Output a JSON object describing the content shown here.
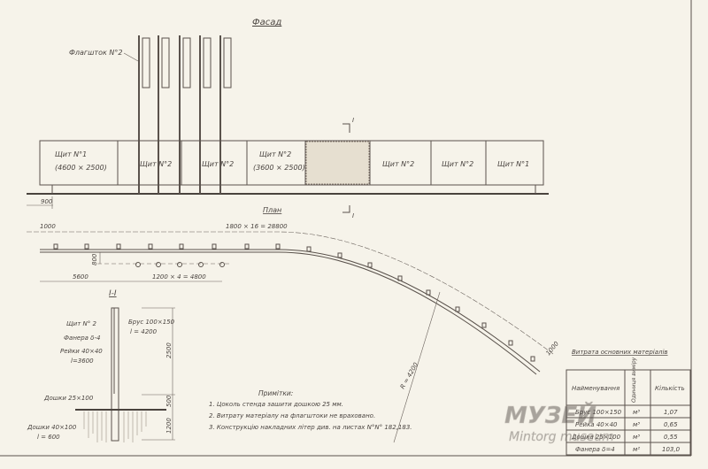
{
  "facade": {
    "title": "Фасад",
    "flagpole_label": "Флагшток N°2",
    "panels": [
      {
        "name": "Щит N°1",
        "size": "(4600 × 2500)"
      },
      {
        "name": "Щит N°2",
        "size": ""
      },
      {
        "name": "Щит N°2",
        "size": ""
      },
      {
        "name": "Щит N°2",
        "size": "(3600 × 2500)"
      },
      {
        "name": "Щит N°2",
        "size": ""
      },
      {
        "name": "Щит N°2",
        "size": ""
      },
      {
        "name": "Щит N°1",
        "size": ""
      }
    ],
    "dim_900": "900",
    "section_mark": "I"
  },
  "plan": {
    "title": "План",
    "dim_1000": "1000",
    "dim_spacing": "1800 × 16 = 28800",
    "dim_800": "800",
    "dim_5600": "5600",
    "dim_posts": "1200 × 4 = 4800",
    "radius": "R = 4200",
    "dim_end": "1000"
  },
  "section": {
    "title": "I-I",
    "labels": [
      "Щит N° 2",
      "Фанера δ-4",
      "Рейки 40×40",
      "l=3600",
      "Дошки 25×100",
      "Дошки 40×100",
      "l = 600"
    ],
    "beam": [
      "Брус 100×150",
      "l = 4200"
    ],
    "dims": [
      "2500",
      "500",
      "1200"
    ]
  },
  "notes": {
    "title": "Примітки:",
    "items": [
      "1. Цоколь стенда зашити дошкою 25 мм.",
      "2. Витрату матеріалу на флагштоки не враховано.",
      "3. Конструкцію накладних літер див. на листах N°N° 182,183."
    ]
  },
  "materials": {
    "title": "Витрата основних матеріалів",
    "headers": [
      "Найменування",
      "Одиниця виміру",
      "Кількість"
    ],
    "rows": [
      [
        "Брус 100×150",
        "м³",
        "1,07"
      ],
      [
        "Рейка 40×40",
        "м³",
        "0,65"
      ],
      [
        "Дошка 25×100",
        "м³",
        "0,55"
      ],
      [
        "Фанера δ=4",
        "м²",
        "103,0"
      ]
    ]
  },
  "watermark": [
    "МУЗЕЙ",
    "Mintorg museum"
  ]
}
